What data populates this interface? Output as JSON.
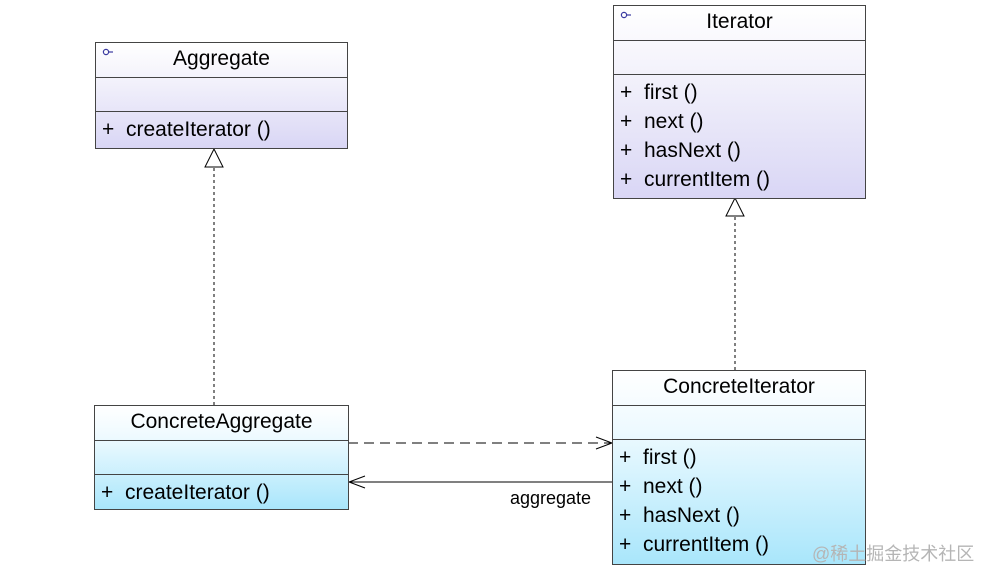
{
  "classes": {
    "aggregate": {
      "name": "Aggregate",
      "stereotype_icon": "interface-icon",
      "operations": [
        {
          "visibility": "+",
          "label": "createIterator ()"
        }
      ]
    },
    "iterator": {
      "name": "Iterator",
      "stereotype_icon": "interface-icon",
      "operations": [
        {
          "visibility": "+",
          "label": "first ()"
        },
        {
          "visibility": "+",
          "label": "next ()"
        },
        {
          "visibility": "+",
          "label": "hasNext ()"
        },
        {
          "visibility": "+",
          "label": "currentItem ()"
        }
      ]
    },
    "concrete_aggregate": {
      "name": "ConcreteAggregate",
      "operations": [
        {
          "visibility": "+",
          "label": "createIterator ()"
        }
      ]
    },
    "concrete_iterator": {
      "name": "ConcreteIterator",
      "operations": [
        {
          "visibility": "+",
          "label": "first ()"
        },
        {
          "visibility": "+",
          "label": "next ()"
        },
        {
          "visibility": "+",
          "label": "hasNext ()"
        },
        {
          "visibility": "+",
          "label": "currentItem ()"
        }
      ]
    }
  },
  "relations": {
    "association_label": "aggregate"
  },
  "watermark": "@稀土掘金技术社区",
  "colors": {
    "interface_fill": "#d9d6f5",
    "concrete_fill": "#a9e6fb",
    "border": "#444444",
    "watermark": "#b5b5b5"
  }
}
